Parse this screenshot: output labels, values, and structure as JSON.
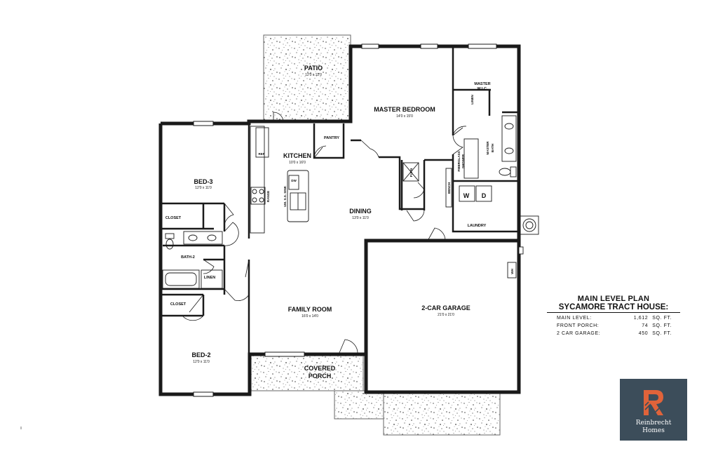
{
  "rooms": {
    "patio": {
      "name": "PATIO",
      "dim": "12'0 x 12'0"
    },
    "master_bedroom": {
      "name": "MASTER BEDROOM",
      "dim": "14'0 x 15'0"
    },
    "master_wic": {
      "name1": "MASTER",
      "name2": "W.I.C."
    },
    "linen_master": "LINEN",
    "master_bath": {
      "name1": "MASTER",
      "name2": "BATH"
    },
    "shower": {
      "name1": "FIBERGLASS",
      "name2": "SHOWER"
    },
    "pantry": "PANTRY",
    "kitchen": {
      "name": "KITCHEN",
      "dim": "10'0 x 16'0"
    },
    "ref": "REF",
    "range": "RANGE",
    "dw": "DW",
    "sink": "UM. S.S. SINK",
    "furn": "FURN",
    "bench": "BENCH",
    "washer": "W",
    "dryer": "D",
    "laundry": "LAUNDRY",
    "bed3": {
      "name": "BED-3",
      "dim": "12'0 x 11'0"
    },
    "closet_bed3": "CLOSET",
    "bath2": "BATH-2",
    "linen": "LINEN",
    "closet_bed2": "CLOSET",
    "bed2": {
      "name": "BED-2",
      "dim": "12'0 x 11'0"
    },
    "dining": {
      "name": "DINING",
      "dim": "13'0 x 11'0"
    },
    "family": {
      "name": "FAMILY ROOM",
      "dim": "16'0 x 14'0"
    },
    "garage": {
      "name": "2-CAR GARAGE",
      "dim": "21'0 x 21'0"
    },
    "wh": "WH",
    "porch": {
      "name1": "COVERED",
      "name2": "PORCH"
    }
  },
  "info": {
    "title1": "MAIN LEVEL PLAN",
    "title2": "SYCAMORE TRACT HOUSE:",
    "rows": [
      {
        "label": "MAIN LEVEL:",
        "value": "1,612",
        "unit": "SQ. FT."
      },
      {
        "label": "FRONT PORCH:",
        "value": "74",
        "unit": "SQ. FT."
      },
      {
        "label": "2 CAR GARAGE:",
        "value": "450",
        "unit": "SQ. FT."
      }
    ]
  },
  "logo": {
    "line1": "Reinbrecht",
    "line2": "Homes",
    "accent": "#e0633a",
    "bg": "#3c4d5a"
  },
  "colors": {
    "wall": "#1a1a1a",
    "concrete": "#ffffff"
  }
}
